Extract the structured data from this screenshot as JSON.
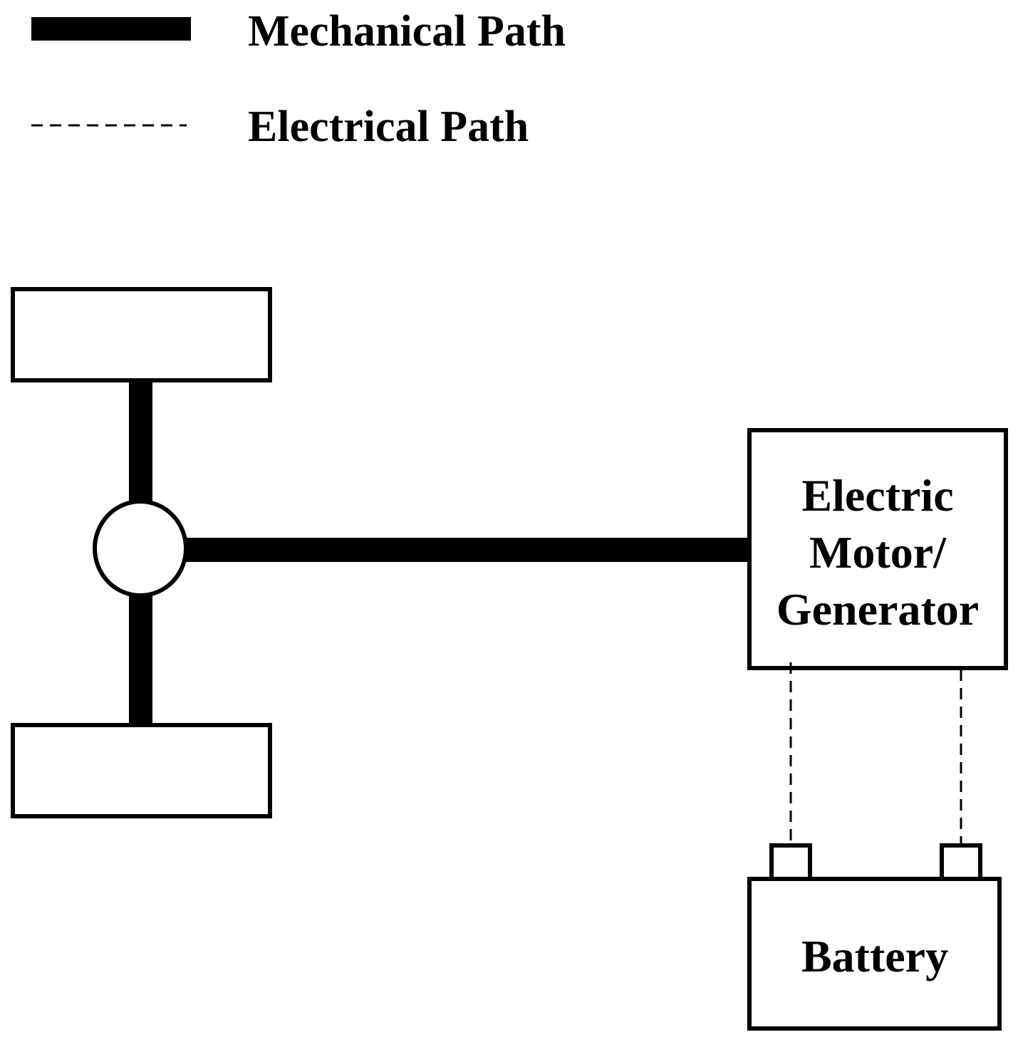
{
  "legend": {
    "mechanical_label": "Mechanical Path",
    "electrical_label": "Electrical Path"
  },
  "motor": {
    "line1": "Electric",
    "line2": "Motor/",
    "line3": "Generator"
  },
  "battery": {
    "label": "Battery"
  },
  "colors": {
    "stroke": "#000000",
    "background": "#ffffff"
  }
}
